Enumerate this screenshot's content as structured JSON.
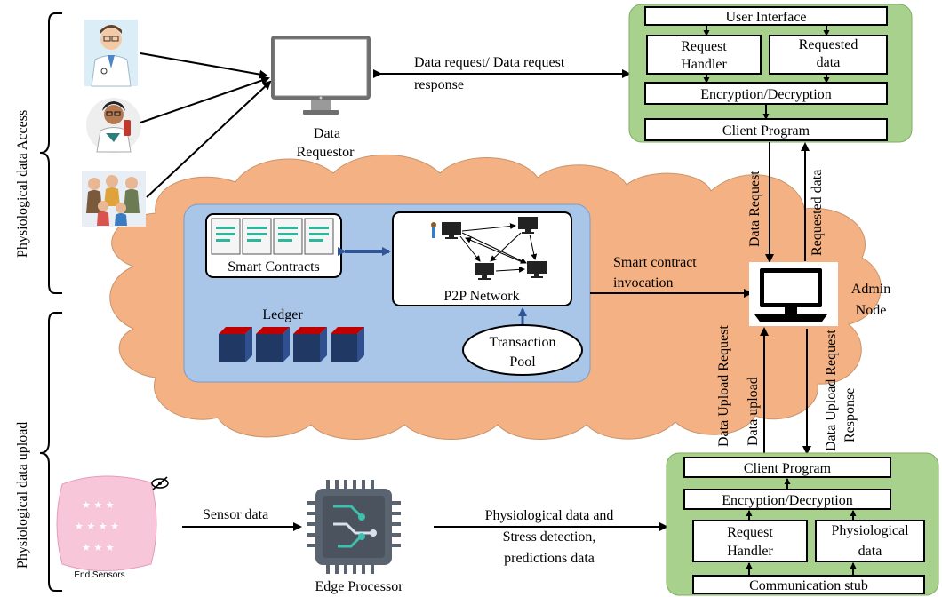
{
  "side_labels": {
    "access": "Physiological data Access",
    "upload": "Physiological data upload"
  },
  "requestor": {
    "label_line1": "Data",
    "label_line2": "Requestor"
  },
  "top_arrow": {
    "line1": "Data request/ Data request",
    "line2": "response"
  },
  "client_top": {
    "user_interface": "User Interface",
    "request_handler_line1": "Request",
    "request_handler_line2": "Handler",
    "requested_data_line1": "Requested",
    "requested_data_line2": "data",
    "encryption": "Encryption/Decryption",
    "client_program": "Client Program"
  },
  "blockchain": {
    "smart_contracts": "Smart Contracts",
    "p2p_network": "P2P Network",
    "ledger": "Ledger",
    "transaction_line1": "Transaction",
    "transaction_line2": "Pool"
  },
  "smart_contract_arrow": {
    "line1": "Smart contract",
    "line2": "invocation"
  },
  "admin": {
    "line1": "Admin",
    "line2": "Node"
  },
  "vertical_labels": {
    "data_request": "Data Request",
    "requested_data": "Requested data",
    "upload_request": "Data Upload Request",
    "data_upload": "Data upload",
    "upload_response_line1": "Data Upload Request",
    "upload_response_line2": "Response"
  },
  "bottom": {
    "end_sensors": "End Sensors",
    "sensor_data": "Sensor data",
    "edge_processor": "Edge Processor",
    "physio_line1": "Physiological data and",
    "physio_line2": "Stress detection,",
    "physio_line3": "predictions data"
  },
  "client_bottom": {
    "client_program": "Client Program",
    "encryption": "Encryption/Decryption",
    "request_handler_line1": "Request",
    "request_handler_line2": "Handler",
    "physio_data_line1": "Physiological",
    "physio_data_line2": "data",
    "communication_stub": "Communication stub"
  },
  "colors": {
    "cloud": "#f4b183",
    "blockchain_panel": "#a9c5e8",
    "client_panel": "#a9d18e",
    "ledger_top": "#c00000",
    "ledger_side": "#2f4f8f",
    "pillow": "#f7c6d9",
    "chip": "#5a6470",
    "chip_teal": "#3fbfae"
  },
  "icons": [
    "doctor-icon",
    "scientist-icon",
    "family-icon",
    "monitor-icon",
    "contract-icon",
    "network-icon",
    "pillow-icon",
    "chip-icon"
  ]
}
